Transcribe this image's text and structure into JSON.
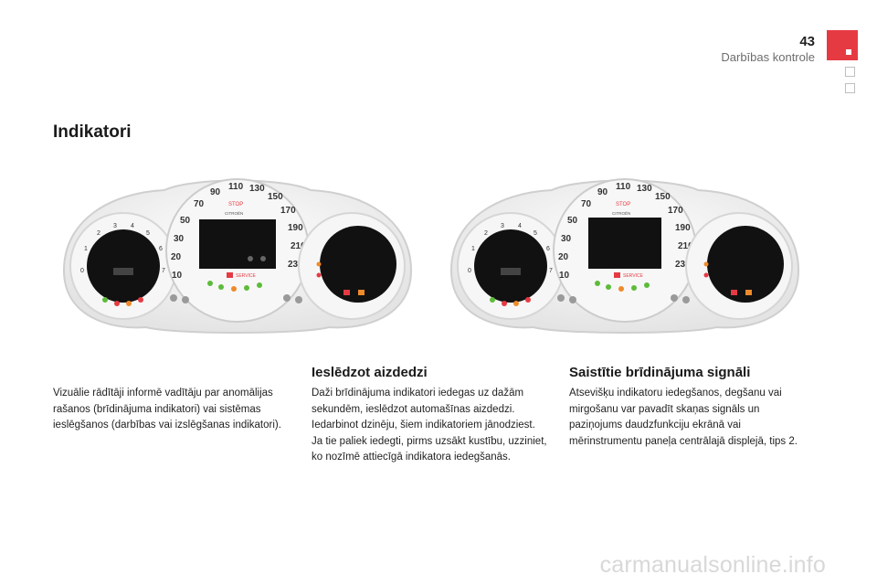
{
  "header": {
    "page_number": "43",
    "section_title": "Darbības kontrole"
  },
  "main_title": "Indikatori",
  "intro": {
    "text": "Vizuālie rādītāji informē vadītāju par anomālijas rašanos (brīdinājuma indikatori) vai sistēmas ieslēgšanos (darbības vai izslēgšanas indikatori)."
  },
  "ignition": {
    "heading": "Ieslēdzot aizdedzi",
    "text": "Daži brīdinājuma indikatori iedegas uz dažām sekundēm, ieslēdzot automašīnas aizdedzi.\nIedarbinot dzinēju, šiem indikatoriem jānodziest.\nJa tie paliek iedegti, pirms uzsākt kustību, uzziniet, ko nozīmē attiecīgā indikatora iedegšanās."
  },
  "signals": {
    "heading": "Saistītie brīdinājuma signāli",
    "text": "Atsevišķu indikatoru iedegšanos, degšanu vai mirgošanu var pavadīt skaņas signāls un paziņojums daudzfunkciju ekrānā vai mērinstrumentu paneļa centrālajā displejā, tips 2."
  },
  "cluster_labels": {
    "stop": "STOP",
    "brand": "CITROËN",
    "service": "SERVICE"
  },
  "colors": {
    "accent_red": "#e63a43",
    "indicator_green": "#5dbb3a",
    "indicator_orange": "#ee8a2a",
    "display_black": "#111111"
  },
  "watermark": "carmanualsonline.info"
}
